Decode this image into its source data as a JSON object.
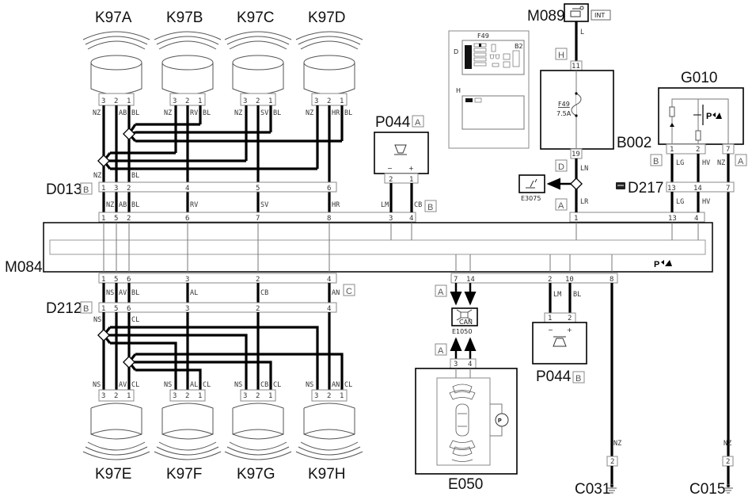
{
  "diagram": {
    "type": "wiring-schematic",
    "title": "Parking sensors system wiring"
  },
  "components": {
    "sensors_front": [
      {
        "id": "K97A",
        "pins": [
          "3",
          "2",
          "1"
        ],
        "wires": [
          "NZ",
          "AB",
          "BL"
        ]
      },
      {
        "id": "K97B",
        "pins": [
          "3",
          "2",
          "1"
        ],
        "wires": [
          "NZ",
          "RV",
          "BL"
        ]
      },
      {
        "id": "K97C",
        "pins": [
          "3",
          "2",
          "1"
        ],
        "wires": [
          "NZ",
          "SV",
          "BL"
        ]
      },
      {
        "id": "K97D",
        "pins": [
          "3",
          "2",
          "1"
        ],
        "wires": [
          "NZ",
          "HR",
          "BL"
        ]
      }
    ],
    "sensors_rear": [
      {
        "id": "K97E",
        "pins": [
          "3",
          "2",
          "1"
        ],
        "wires": [
          "NS",
          "AV",
          "CL"
        ]
      },
      {
        "id": "K97F",
        "pins": [
          "3",
          "2",
          "1"
        ],
        "wires": [
          "NS",
          "AL",
          "CL"
        ]
      },
      {
        "id": "K97G",
        "pins": [
          "3",
          "2",
          "1"
        ],
        "wires": [
          "NS",
          "CB",
          "CL"
        ]
      },
      {
        "id": "K97H",
        "pins": [
          "3",
          "2",
          "1"
        ],
        "wires": [
          "NS",
          "AN",
          "CL"
        ]
      }
    ],
    "d013": {
      "id": "D013",
      "tag": "B",
      "pins": [
        "1",
        "3",
        "2",
        "4",
        "5",
        "6"
      ],
      "above_wires": [
        "NZ",
        "BL"
      ],
      "below_wires": [
        "NZ",
        "AB",
        "BL",
        "RV",
        "SV",
        "HR"
      ]
    },
    "m084_top": {
      "pins": [
        "1",
        "5",
        "2",
        "6",
        "7",
        "8",
        "3",
        "4",
        "1",
        "13",
        "4"
      ],
      "tag": "B"
    },
    "m084": {
      "id": "M084",
      "icon": "parking-sensor-icon"
    },
    "m084_bottom": {
      "pins_left": [
        "1",
        "5",
        "6",
        "3",
        "2",
        "4"
      ],
      "tag": "C",
      "pins_right": [
        "7",
        "14",
        "2",
        "10",
        "8"
      ],
      "tag_right": "A"
    },
    "d212": {
      "id": "D212",
      "tag": "B",
      "pins": [
        "1",
        "5",
        "6",
        "3",
        "2",
        "4"
      ],
      "above_wires": [
        "NS",
        "AV",
        "BL",
        "AL",
        "CB",
        "AN"
      ],
      "below_wires": [
        "NS",
        "CL"
      ]
    },
    "p044a": {
      "id": "P044",
      "tag": "A",
      "pins": [
        "2",
        "1"
      ],
      "polarity": [
        "−",
        "+"
      ],
      "wires": [
        "LM",
        "CB"
      ]
    },
    "p044b": {
      "id": "P044",
      "tag": "B",
      "pins": [
        "1",
        "2"
      ],
      "polarity": [
        "−",
        "+"
      ],
      "wires": [
        "LM",
        "BL"
      ]
    },
    "fusebox_inset": {
      "fuse_label": "F49",
      "block_label": "B2",
      "left_marker": "D",
      "bottom_marker": "H"
    },
    "m089": {
      "id": "M089",
      "tag": "INT",
      "wire": "L",
      "connector_tag": "H"
    },
    "b002": {
      "id": "B002",
      "pin_in": "11",
      "pin_out": "19",
      "fuse": "F49",
      "rating": "7.5A"
    },
    "splice": {
      "connector_tag_top": "D",
      "wire_top": "LN",
      "connector_tag_bottom": "A",
      "wire_bottom": "LR",
      "pin": "1"
    },
    "e3075": {
      "id": "E3075"
    },
    "g010": {
      "id": "G010",
      "pins": [
        "1",
        "2",
        "7"
      ],
      "wires": [
        "LG",
        "HV",
        "NZ"
      ],
      "tag_left": "B",
      "tag_right": "A"
    },
    "d217": {
      "id": "D217",
      "pins": [
        "13",
        "14",
        "7"
      ],
      "wires_below": [
        "LG",
        "HV"
      ],
      "m084_pins": [
        "13",
        "4"
      ]
    },
    "e1050": {
      "id": "E1050",
      "text": "CAN",
      "tag": "A"
    },
    "e050": {
      "id": "E050",
      "pins": [
        "3",
        "4"
      ],
      "tag": "A"
    },
    "grounds": [
      {
        "id": "C031",
        "pin": "2",
        "wire": "NZ"
      },
      {
        "id": "C015",
        "pin": "2",
        "wire": "NZ"
      }
    ]
  }
}
